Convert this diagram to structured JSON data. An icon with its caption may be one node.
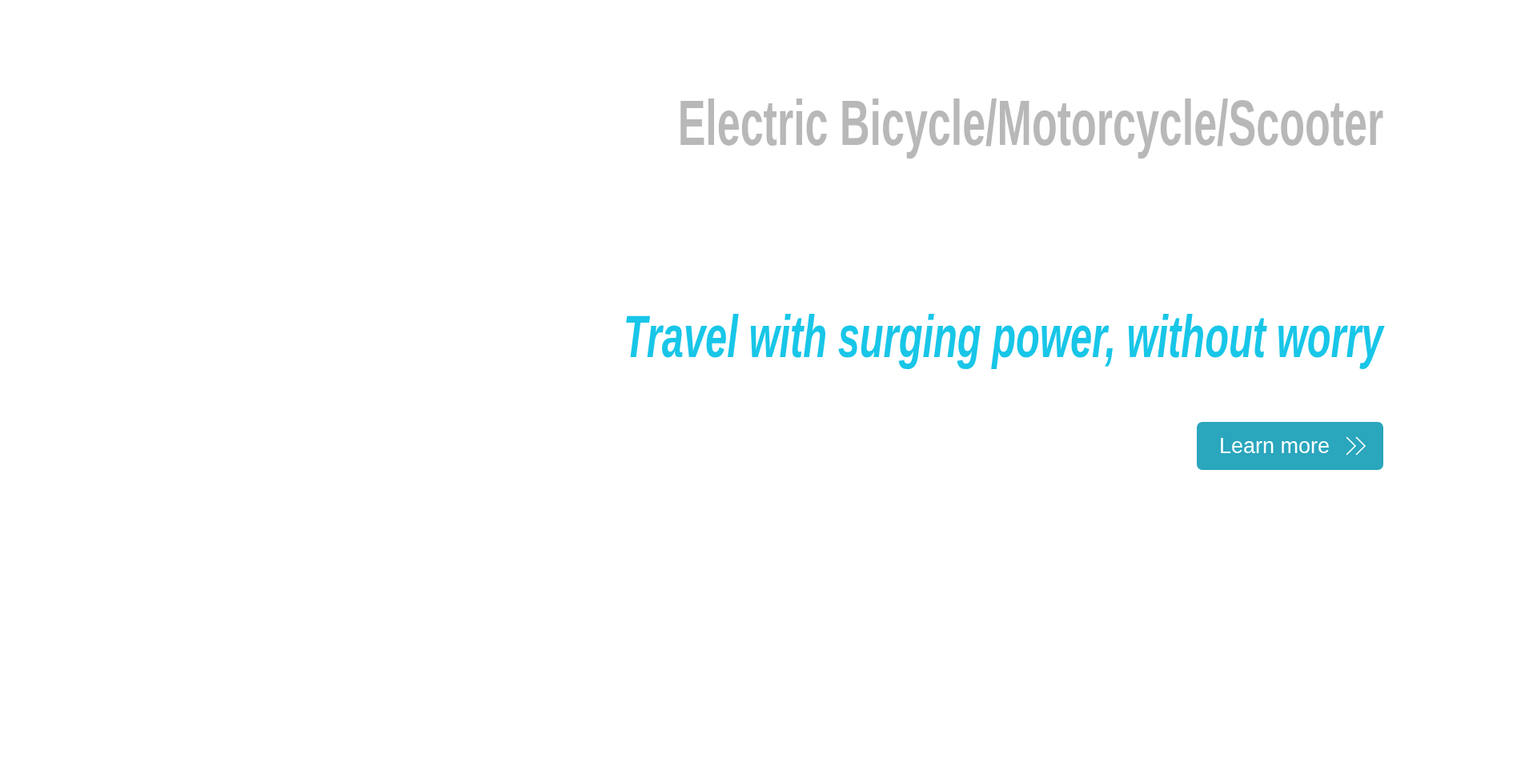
{
  "diagram": {
    "title": "Electric Bicycle/Motorcycle/Scooter",
    "nodes": [
      {
        "text": [
          "Learn more"
        ]
      }
    ],
    "labels": [
      "Travel with surging power, without worry"
    ]
  }
}
